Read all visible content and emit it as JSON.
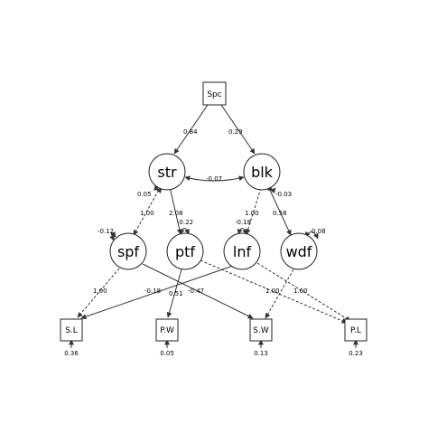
{
  "nodes": {
    "Spc": "Spc",
    "str": "str",
    "blk": "blk",
    "spf": "spf",
    "ptf": "ptf",
    "lnf": "lnf",
    "wdf": "wdf",
    "SL": "S.L",
    "PW": "P.W",
    "SW": "S.W",
    "PL": "P.L"
  },
  "edges": {
    "spc_str": "0.84",
    "spc_blk": "0.29",
    "str_blk": "-0.07",
    "str_self": "0.05",
    "blk_self": "-0.03",
    "str_spf": "1.00",
    "str_ptf": "2.08",
    "ptf_self": "-0.22",
    "blk_lnf": "1.00",
    "lnf_self": "-0.18",
    "blk_wdf": "0.58",
    "wdf_self": "0.08",
    "spf_self": "-0.12",
    "spf_sl": "1.00",
    "lnf_sl": "-0.18",
    "ptf_pw": "0.51",
    "spf_sw": "-0.47",
    "wdf_sw": "1.00",
    "lnf_pl": "1.00"
  },
  "residuals": {
    "SL": "0.36",
    "PW": "0.05",
    "SW": "0.13",
    "PL": "0.23"
  }
}
